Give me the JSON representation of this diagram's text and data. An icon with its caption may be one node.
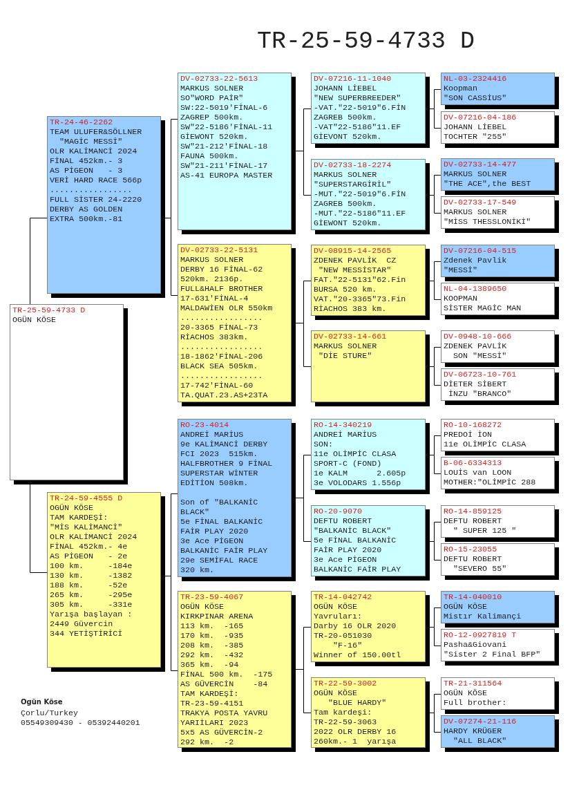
{
  "diagram": {
    "title": "TR-25-59-4733 D",
    "nodes": [
      {
        "text": [
          "TR-25-59-4733 D",
          "OGÜN KÖSE"
        ]
      },
      {
        "text": [
          "TR-24-46-2262",
          "TEAM ULUFER&SÖLLNER",
          "  \"MAGİC MESSİ\"",
          "OLR KALİMANCİ 2024",
          "FİNAL 452km.- 3",
          "AS PİGEON   - 3",
          "VERİ HARD RACE 566p",
          ".................",
          "FULL SİSTER 24-2220",
          "DERBY AS GOLDEN",
          "EXTRA 500km.-81"
        ]
      },
      {
        "text": [
          "TR-24-59-4555 D",
          "OGÜN KÖSE",
          "TAM KARDEŞİ:",
          "\"MİS KALİMANCİ\"",
          "OLR KALİMANCİ 2024",
          "FİNAL 452km.- 4e",
          "AS PİGEON   - 2e",
          "100 km.     -184e",
          "130 km.     -1382",
          "188 km.     -52e",
          "265 km.     -295e",
          "305 km.     -331e",
          "Yarışa başlayan :",
          "2449 Güvercin",
          "344 YETİŞTİRİCİ"
        ]
      },
      {
        "text": [
          "DV-02733-22-5613",
          "MARKUS SOLNER",
          "SO\"WORD PAİR\"",
          "SW:22-5019'FİNAL-6",
          "ZAGREP 500km.",
          "SW\"22-5186'FİNAL-11",
          "GİEWONT 520km.",
          "SW\"21-212'FİNAL-18",
          "FAUNA 500km.",
          "SW\"21-211'FİNAL-17",
          "AS-41 EUROPA MASTER"
        ]
      },
      {
        "text": [
          "DV-02733-22-5131",
          "MARKUS SOLNER",
          "DERBY 16 FİNAL-62",
          "520km. 2136p.",
          "FULL&HALF BROTHER",
          "17-631'FİNAL-4",
          "MALDAWİEN OLR 550km",
          ".................",
          "20-3365 FİNAL-73",
          "RİACHOS 383km.",
          ".................",
          "18-1862'FİNAL-206",
          "BLACK SEA 505km.",
          ".................",
          "17-742'FİNAL-60",
          "TA.QUAT.23.AS+23TA"
        ]
      },
      {
        "text": [
          "RO-23-4014",
          "ANDREİ MARİUS",
          "9e KALİMANCİ DERBY FCI 2023  515km.",
          "HALFBROTHER 9 FİNAL SUPERSTAR WİNTER EDİTİON 508km.",
          "Son of \"BALKANİC BLACK\"",
          "5e FİNAL BALKANİC FAİR PLAY 2020",
          "3e Ace PİGEON BALKANİC FAİR PLAY",
          "29e SEMİFAL RACE",
          "320 km."
        ]
      },
      {
        "text": [
          "TR-23-59-4067",
          "OGÜN KÖSE",
          "KIRKPINAR ARENA",
          "113 km.  -165",
          "170 km.  -935",
          "208 km.  -385",
          "292 km.  -432",
          "365 km.  -94",
          "FİNAL 500 km.  -175",
          "AS GÜVERCİN    -84",
          "TAM KARDEŞİ:",
          "TR-23-59-4151",
          "TRAKYA POSTA YAVRU YARIİLARI 2023",
          "5x5 AS GÜVERCİN-2",
          "292 km.  -2"
        ]
      },
      {
        "text": [
          "DV-07216-11-1040",
          "JOHANN LİEBEL",
          "\"NEW SUPERBREEDER\"",
          "-VAT.\"22-5019\"6.FİN",
          "ZAGREB 500km.",
          "-VAT\"22-5186\"11.EF",
          "GİEVONT 520km."
        ]
      },
      {
        "text": [
          "DV-02733-18-2274",
          "MARKUS SOLNER",
          "\"SUPERSTARGİRİL\"",
          "-MUT.\"22-5019\"6.FİN",
          "ZAGREB 500km.",
          "-MUT.\"22-5186\"11.EF",
          "GİEWONT 520km."
        ]
      },
      {
        "text": [
          "DV-08915-14-2565",
          "ZDENEK PAVLİK  CZ",
          " \"NEW MESSİSTAR\"",
          "FAT.\"22-5131\"62.Fin",
          "BURSA 520 km.",
          "VAT.\"20-3365\"73.Fin",
          "RİACHOS 383 km."
        ]
      },
      {
        "text": [
          "DV-02733-14-661",
          "MARKUS SOLNER",
          " \"DİE STURE\""
        ]
      },
      {
        "text": [
          "RO-14-340219",
          "ANDREİ MARİUS",
          "SON:",
          "11e OLİMPİC CLASA",
          "SPORT-C (FOND)",
          "1e KALM      2.605p",
          "3e VOLODARS 1.556p"
        ]
      },
      {
        "text": [
          "RO-20-9070",
          "DEFTU ROBERT",
          "\"BALKANİC BLACK\"",
          "5e FİNAL BALKANİC FAİR PLAY 2020",
          "3e Ace PİGEON BALKANİC FAİR PLAY"
        ]
      },
      {
        "text": [
          "TR-14-042742",
          "OGÜN KÖSE",
          "Yavruları:",
          "Darby 16 OLR 2020",
          "TR-20-051030",
          "    \"F-16\"",
          "Winner of 150.00tl"
        ]
      },
      {
        "text": [
          "TR-22-59-3002",
          "OGÜN KÖSE",
          "   \"BLUE HARDY\"",
          "Tam kardeşi:",
          "TR-22-59-3063",
          "2022 OLR DERBY 16",
          "260km.- 1  yarışa"
        ]
      },
      {
        "text": [
          "NL-03-2324416",
          "Koopman",
          "\"SON CASSİUS\""
        ]
      },
      {
        "text": [
          "DV-07216-04-186",
          "JOHANN LİEBEL",
          "TOCHTER \"255\""
        ]
      },
      {
        "text": [
          "DV-02733-14-477",
          "MARKUS SOLNER",
          "\"THE ACE\",the BEST"
        ]
      },
      {
        "text": [
          "DV-02733-17-549",
          "MARKUS SOLNER",
          "\"MİSS THESSLONİKİ\""
        ]
      },
      {
        "text": [
          "DV-07216-04-515",
          "Zdenek Pavlik",
          "\"MESSİ\""
        ]
      },
      {
        "text": [
          "NL-04-1389650",
          "KOOPMAN",
          "SİSTER MAGİC MAN"
        ]
      },
      {
        "text": [
          "DV-0948-10-666",
          "ZDENEK PAVLİK",
          "  SON \"MESSİ\""
        ]
      },
      {
        "text": [
          "DV-06723-10-761",
          "DİETER SİBERT",
          " İNZU \"BRANCO\""
        ]
      },
      {
        "text": [
          "RO-10-168272",
          "PREDOİ İON",
          "11e OLİMPİC CLASA"
        ]
      },
      {
        "text": [
          "B-06-6334313",
          "LOUİS van LOON",
          "MOTHER:\"OLİMPİC 288"
        ]
      },
      {
        "text": [
          "RO-14-859125",
          "DEFTU ROBERT",
          "  \" SUPER 125 \""
        ]
      },
      {
        "text": [
          "RO-15-23055",
          "DEFTU ROBERT",
          "  \"SEVERO 55\""
        ]
      },
      {
        "text": [
          "TR-14-040010",
          "OGÜN KÖSE",
          "Mistır Kalimançi"
        ]
      },
      {
        "text": [
          "RO-12-0927819 T",
          "Pasha&Giovani",
          "\"Sister 2 Final BFP\""
        ]
      },
      {
        "text": [
          "TR-21-311564",
          "OGÜN KÖSE",
          "Full brother:"
        ]
      },
      {
        "text": [
          "DV-07274-21-116",
          "HARDY KRÜGER",
          "  \"ALL BLACK\""
        ]
      }
    ],
    "edges": [
      {
        "from": 0,
        "to": 1,
        "arrow": "none"
      },
      {
        "from": 0,
        "to": 2,
        "arrow": "none"
      },
      {
        "from": 1,
        "to": 3,
        "arrow": "none"
      },
      {
        "from": 1,
        "to": 4,
        "arrow": "none"
      },
      {
        "from": 2,
        "to": 5,
        "arrow": "none"
      },
      {
        "from": 2,
        "to": 6,
        "arrow": "none"
      },
      {
        "from": 3,
        "to": 7,
        "arrow": "none"
      },
      {
        "from": 3,
        "to": 8,
        "arrow": "none"
      },
      {
        "from": 4,
        "to": 9,
        "arrow": "none"
      },
      {
        "from": 4,
        "to": 10,
        "arrow": "none"
      },
      {
        "from": 5,
        "to": 11,
        "arrow": "none"
      },
      {
        "from": 5,
        "to": 12,
        "arrow": "none"
      },
      {
        "from": 6,
        "to": 13,
        "arrow": "none"
      },
      {
        "from": 6,
        "to": 14,
        "arrow": "none"
      },
      {
        "from": 7,
        "to": 15,
        "arrow": "none"
      },
      {
        "from": 7,
        "to": 16,
        "arrow": "none"
      },
      {
        "from": 8,
        "to": 17,
        "arrow": "none"
      },
      {
        "from": 8,
        "to": 18,
        "arrow": "none"
      },
      {
        "from": 9,
        "to": 19,
        "arrow": "none"
      },
      {
        "from": 9,
        "to": 20,
        "arrow": "none"
      },
      {
        "from": 10,
        "to": 21,
        "arrow": "none"
      },
      {
        "from": 10,
        "to": 22,
        "arrow": "none"
      },
      {
        "from": 11,
        "to": 23,
        "arrow": "none"
      },
      {
        "from": 11,
        "to": 24,
        "arrow": "none"
      },
      {
        "from": 12,
        "to": 25,
        "arrow": "none"
      },
      {
        "from": 12,
        "to": 26,
        "arrow": "none"
      },
      {
        "from": 13,
        "to": 27,
        "arrow": "none"
      },
      {
        "from": 13,
        "to": 28,
        "arrow": "none"
      },
      {
        "from": 14,
        "to": 29,
        "arrow": "none"
      },
      {
        "from": 14,
        "to": 30,
        "arrow": "none"
      }
    ],
    "labels": [
      "Ogün Köse",
      "Çorlu/Turkey",
      "05549309430 - 05392440201"
    ]
  }
}
